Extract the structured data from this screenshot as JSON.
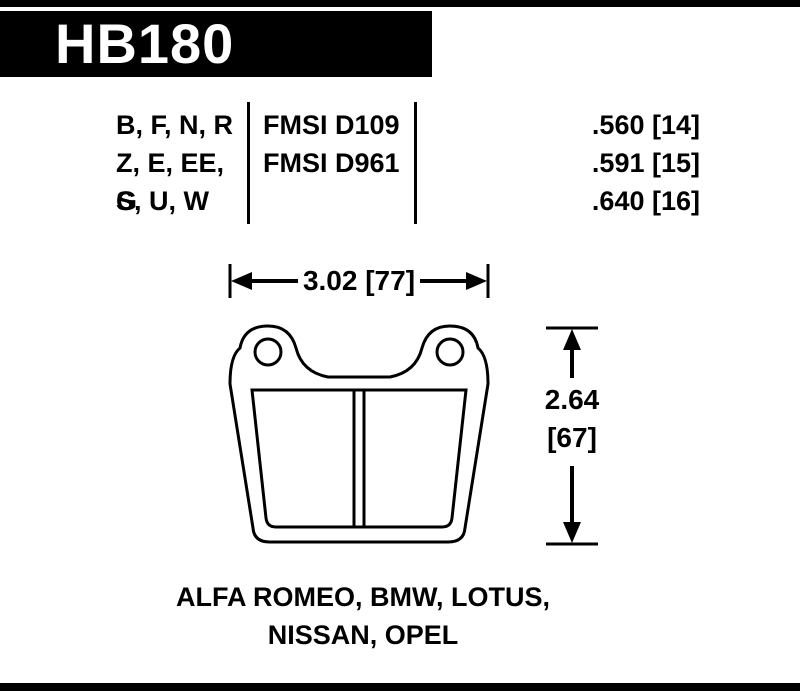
{
  "title": {
    "part_number": "HB180"
  },
  "spec_table": {
    "rows": [
      {
        "codes": "B, F, N, R",
        "fmsi": "FMSI D109",
        "thickness": ".560 [14]"
      },
      {
        "codes": "Z, E, EE, G",
        "fmsi": "FMSI D961",
        "thickness": ".591 [15]"
      },
      {
        "codes": "S, U, W",
        "fmsi": "",
        "thickness": ".640 [16]"
      }
    ]
  },
  "dimensions": {
    "width_label": "3.02 [77]",
    "height_label_in": "2.64",
    "height_label_mm": "[67]"
  },
  "applications": {
    "line1": "ALFA ROMEO, BMW, LOTUS,",
    "line2": "NISSAN, OPEL"
  },
  "colors": {
    "ink": "#000000",
    "paper": "#ffffff"
  }
}
